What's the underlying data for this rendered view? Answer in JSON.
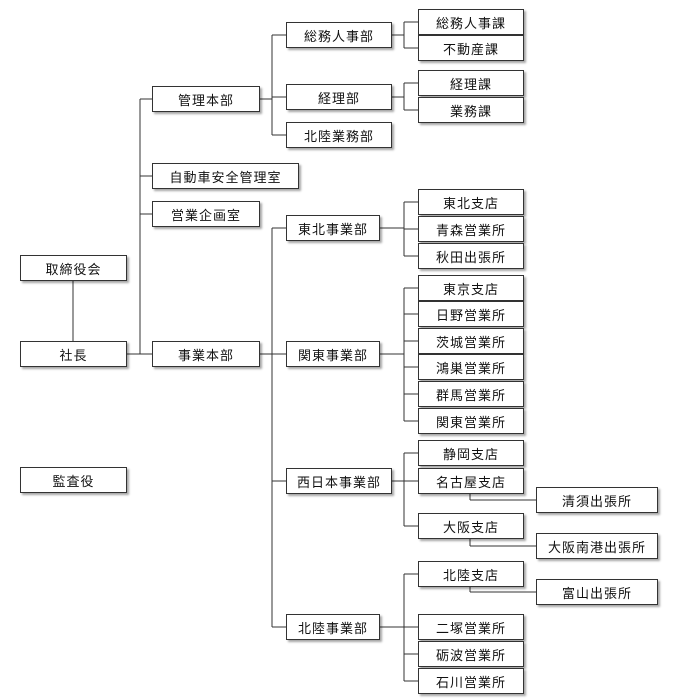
{
  "org": {
    "board": "取締役会",
    "president": "社長",
    "auditor": "監査役",
    "admin_hq": {
      "label": "管理本部",
      "general_affairs": {
        "label": "総務人事部",
        "sections": [
          "総務人事課",
          "不動産課"
        ]
      },
      "accounting": {
        "label": "経理部",
        "sections": [
          "経理課",
          "業務課"
        ]
      },
      "hokuriku_ops": "北陸業務部"
    },
    "vehicle_safety": "自動車安全管理室",
    "business_planning": "営業企画室",
    "business_hq": {
      "label": "事業本部",
      "tohoku": {
        "label": "東北事業部",
        "units": [
          "東北支店",
          "青森営業所",
          "秋田出張所"
        ]
      },
      "kanto": {
        "label": "関東事業部",
        "units": [
          "東京支店",
          "日野営業所",
          "茨城営業所",
          "鴻巣営業所",
          "群馬営業所",
          "関東営業所"
        ]
      },
      "nishinihon": {
        "label": "西日本事業部",
        "shizuoka": "静岡支店",
        "nagoya": "名古屋支店",
        "kiyosu": "清須出張所",
        "osaka": "大阪支店",
        "osaka_nanko": "大阪南港出張所"
      },
      "hokuriku": {
        "label": "北陸事業部",
        "hokuriku_branch": "北陸支店",
        "toyama": "富山出張所",
        "units": [
          "二塚営業所",
          "砺波営業所",
          "石川営業所"
        ]
      }
    }
  }
}
